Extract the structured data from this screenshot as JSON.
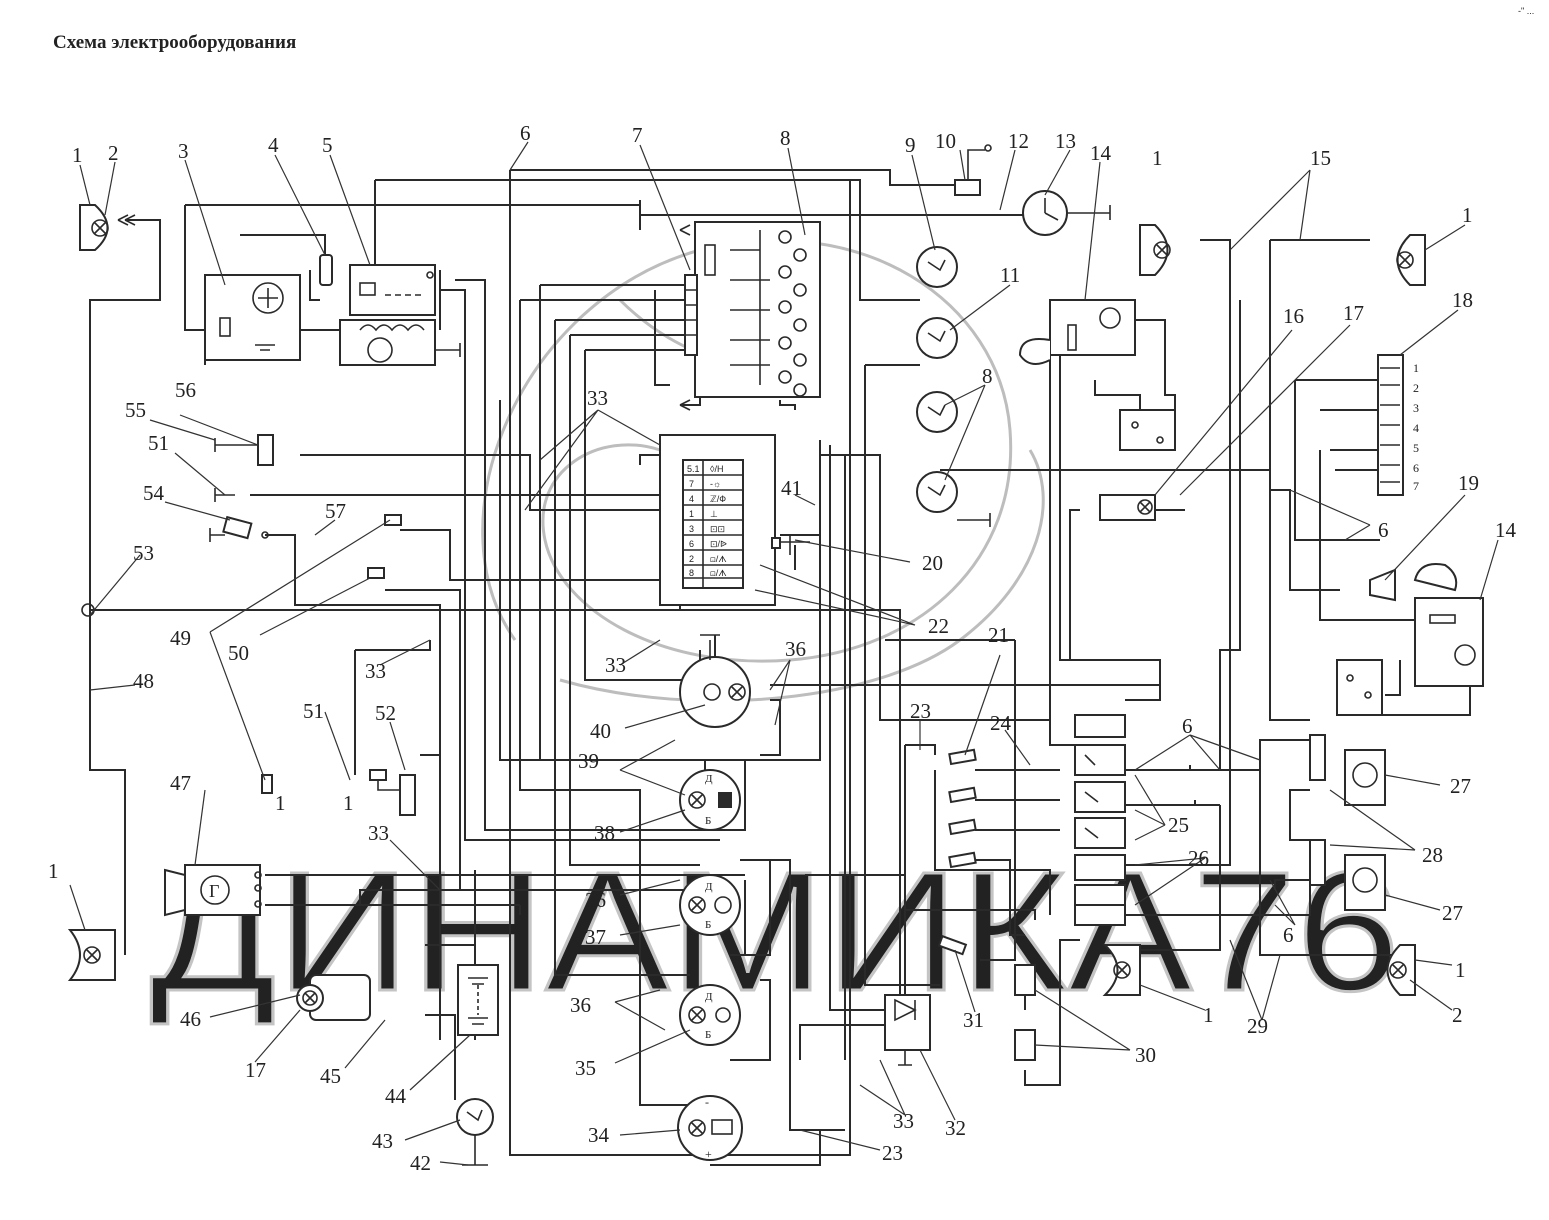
{
  "title": "Схема электрооборудования",
  "corner_mark": "-\" ...",
  "watermark": "ДИНАМИКА76",
  "colors": {
    "ink": "#2a2a2a",
    "watermark": "#bdbdbd",
    "background": "#ffffff"
  },
  "fuse_block_labels": [
    "5.1",
    "7",
    "4",
    "1",
    "3",
    "6",
    "2",
    "8"
  ],
  "fuse_block_symbols": [
    "◊/Н",
    "-☼",
    "ℤ/Ф",
    "⊥",
    "⊡⊡",
    "⊡/ᐉ",
    "⊡/ᗑ",
    "⊡/ᗑ"
  ],
  "connector18_pins": [
    "1",
    "2",
    "3",
    "4",
    "5",
    "6",
    "7"
  ],
  "instrument_letters": {
    "d38": "Д",
    "b38": "Б",
    "d37": "Д",
    "b37": "Б",
    "d35": "Д",
    "b35": "Б",
    "m34": "-",
    "p34": "+"
  },
  "generator_symbol": "Г",
  "callouts": {
    "c1a": "1",
    "c2a": "2",
    "c3": "3",
    "c4": "4",
    "c5": "5",
    "c6a": "6",
    "c7": "7",
    "c8a": "8",
    "c9": "9",
    "c10": "10",
    "c12": "12",
    "c13": "13",
    "c14a": "14",
    "c1b": "1",
    "c15": "15",
    "c1c": "1",
    "c11": "11",
    "c16": "16",
    "c17": "17",
    "c18": "18",
    "c56": "56",
    "c55": "55",
    "c51a": "51",
    "c33a": "33",
    "c8b": "8",
    "c6b": "6",
    "c19": "19",
    "c14b": "14",
    "c54": "54",
    "c57": "57",
    "c41": "41",
    "c20": "20",
    "c53": "53",
    "c22": "22",
    "c49": "49",
    "c50": "50",
    "c21": "21",
    "c48": "48",
    "c33b": "33",
    "c33c": "33",
    "c36a": "36",
    "c40": "40",
    "c23a": "23",
    "c24": "24",
    "c51b": "51",
    "c52": "52",
    "c1d": "1",
    "c1e": "1",
    "c6c": "6",
    "c39": "39",
    "c27a": "27",
    "c47": "47",
    "c38": "38",
    "c25": "25",
    "c26": "26",
    "c28": "28",
    "c33d": "33",
    "c1f": "1",
    "c36b": "36",
    "c27b": "27",
    "c37": "37",
    "c6d": "6",
    "c1g": "1",
    "c1h": "1",
    "c46": "46",
    "c36c": "36",
    "c31": "31",
    "c2b": "2",
    "c29": "29",
    "c30": "30",
    "c17b": "17",
    "c45": "45",
    "c35": "35",
    "c44": "44",
    "c33e": "33",
    "c32": "32",
    "c43": "43",
    "c34": "34",
    "c23b": "23",
    "c42": "42"
  }
}
